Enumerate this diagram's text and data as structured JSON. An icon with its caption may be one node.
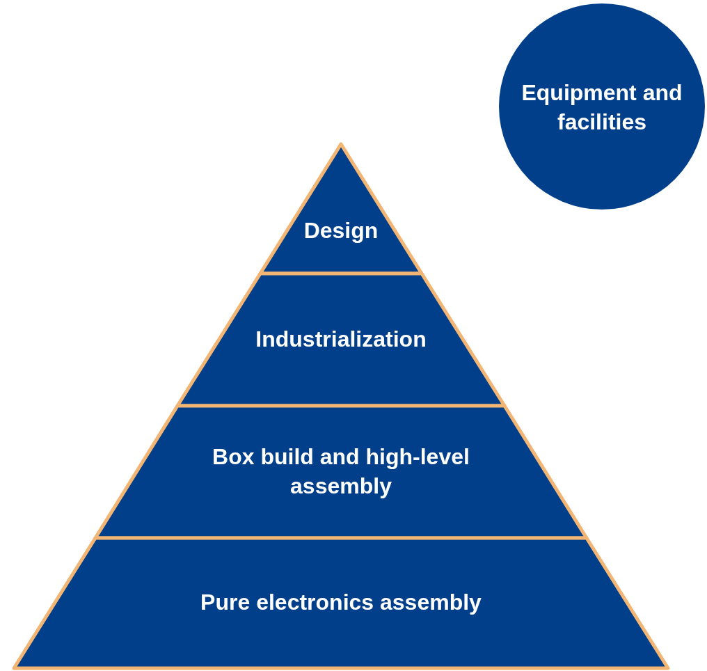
{
  "diagram": {
    "nodes": [
      {
        "text": [
          "Equipment and facilities"
        ]
      },
      {
        "text": [
          "Design"
        ]
      },
      {
        "text": [
          "Industrialization"
        ]
      },
      {
        "text": [
          "Box build and high-level assembly"
        ]
      },
      {
        "text": [
          "Pure electronics assembly"
        ]
      }
    ]
  }
}
